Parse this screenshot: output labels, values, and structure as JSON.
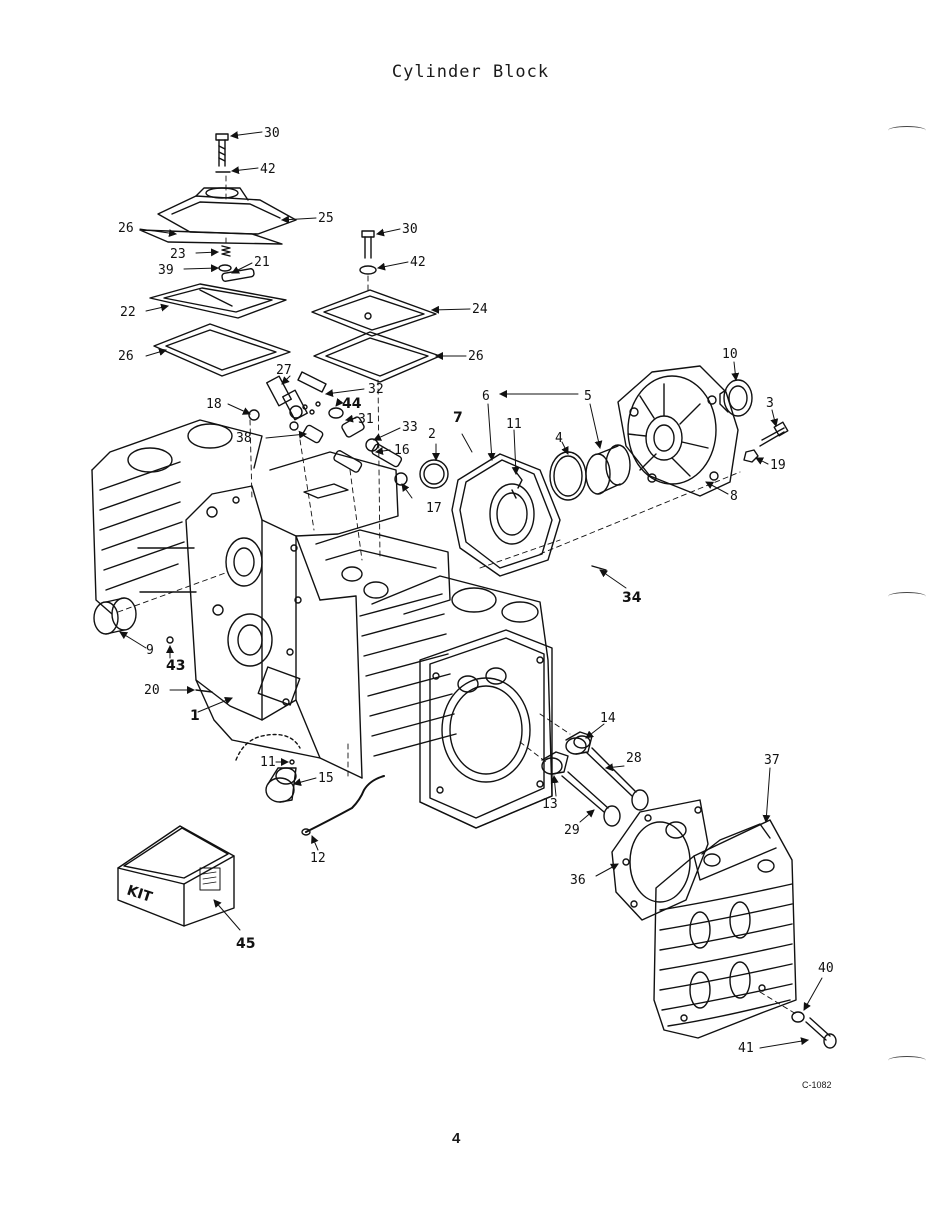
{
  "title": "Cylinder Block",
  "drawing_code": "C-1082",
  "page_number": "4",
  "kit_text": "KIT",
  "labels": {
    "l1": "1",
    "l2": "2",
    "l3": "3",
    "l4": "4",
    "l5": "5",
    "l6": "6",
    "l7": "7",
    "l8": "8",
    "l9": "9",
    "l10": "10",
    "l11a": "11",
    "l11b": "11",
    "l12": "12",
    "l13": "13",
    "l14": "14",
    "l15": "15",
    "l16": "16",
    "l17": "17",
    "l18": "18",
    "l19": "19",
    "l20": "20",
    "l21": "21",
    "l22": "22",
    "l23": "23",
    "l24": "24",
    "l25": "25",
    "l26a": "26",
    "l26b": "26",
    "l26c": "26",
    "l27": "27",
    "l28": "28",
    "l29": "29",
    "l30a": "30",
    "l30b": "30",
    "l31": "31",
    "l32": "32",
    "l33": "33",
    "l34": "34",
    "l36": "36",
    "l37": "37",
    "l38": "38",
    "l39": "39",
    "l40": "40",
    "l41": "41",
    "l42a": "42",
    "l42b": "42",
    "l43": "43",
    "l44": "44",
    "l45": "45"
  }
}
